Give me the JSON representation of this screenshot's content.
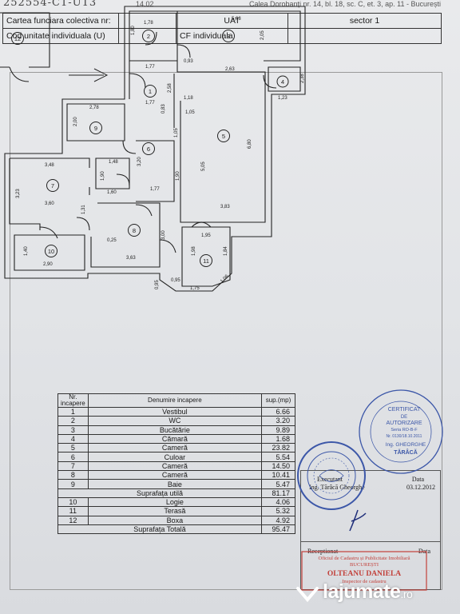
{
  "header": {
    "ref_handwritten": "252554-C1-U13",
    "top_number": "14.02",
    "top_address": "Calea Dorobanți nr. 14, bl. 18, sc. C, et. 3, ap. 11 - București"
  },
  "info_table": [
    {
      "label": "Cartea funciara colectiva nr:",
      "empty": "",
      "key": "UAT",
      "value": "sector 1"
    },
    {
      "label": "Cod unitate individuala (U)",
      "empty": "",
      "key": "CF individuala",
      "value": ""
    }
  ],
  "plan": {
    "direction_arrow": "→",
    "room_numbers": [
      "1",
      "2",
      "3",
      "4",
      "5",
      "6",
      "7",
      "8",
      "9",
      "10",
      "11",
      "12"
    ],
    "dimensions": [
      "1,78",
      "1,80",
      "5,03",
      "2,05",
      "2,38",
      "1,23",
      "0,93",
      "1,77",
      "2,63",
      "1,77",
      "2,58",
      "1,18",
      "1,05",
      "2,78",
      "2,00",
      "0,83",
      "1,05",
      "6,80",
      "1,48",
      "3,20",
      "3,48",
      "1,90",
      "1,90",
      "5,05",
      "3,23",
      "1,60",
      "1,77",
      "3,60",
      "1,31",
      "3,83",
      "0,25",
      "3,00",
      "1,95",
      "1,40",
      "3,63",
      "1,98",
      "1,84",
      "2,90",
      "0,95",
      "0,95",
      "1,06",
      "1,75"
    ]
  },
  "rooms_table": {
    "headers": {
      "nr": "Nr. incapere",
      "name": "Denumire incapere",
      "area": "sup.(mp)"
    },
    "rows": [
      {
        "nr": "1",
        "name": "Vestibul",
        "area": "6.66"
      },
      {
        "nr": "2",
        "name": "WC",
        "area": "3.20"
      },
      {
        "nr": "3",
        "name": "Bucătărie",
        "area": "9.89"
      },
      {
        "nr": "4",
        "name": "Cămară",
        "area": "1.68"
      },
      {
        "nr": "5",
        "name": "Cameră",
        "area": "23.82"
      },
      {
        "nr": "6",
        "name": "Culoar",
        "area": "5.54"
      },
      {
        "nr": "7",
        "name": "Cameră",
        "area": "14.50"
      },
      {
        "nr": "8",
        "name": "Cameră",
        "area": "10.41"
      },
      {
        "nr": "9",
        "name": "Baie",
        "area": "5.47"
      }
    ],
    "useful_total": {
      "name": "Suprafața utilă",
      "area": "81.17"
    },
    "extra_rows": [
      {
        "nr": "10",
        "name": "Logie",
        "area": "4.06"
      },
      {
        "nr": "11",
        "name": "Terasă",
        "area": "5.32"
      },
      {
        "nr": "12",
        "name": "Boxa",
        "area": "4.92"
      }
    ],
    "grand_total": {
      "name": "Suprafața Totală",
      "area": "95.47"
    }
  },
  "signature": {
    "executant_label": "Executant",
    "executant_name": "Ing. Tărâcă Gheorghe",
    "date_label": "Data",
    "date_value": "03.12.2012",
    "receptionat_label": "Receptionat",
    "receptionat_date_label": "Data"
  },
  "stamps": {
    "certificate_title": "CERTIFICAT",
    "certificate_de": "DE",
    "certificate_sub": "AUTORIZARE",
    "certificate_series": "Seria RO-B-F",
    "certificate_no": "Nr. 0130/18.10.2011",
    "certificate_name1": "Ing. GHEORGHE",
    "certificate_name2": "TĂRÂCĂ",
    "office_line1": "Oficiul de Cadastru și Publicitate Imobiliară",
    "office_line2": "BUCUREȘTI",
    "office_name": "OLTEANU DANIELA",
    "office_role": "Inspector de cadastru"
  },
  "watermark": {
    "brand": "lajumate",
    "tld": ".ro"
  },
  "colors": {
    "stamp_blue": "#3c57a8",
    "stamp_red": "#c2403a",
    "ink": "#1a1a1a"
  }
}
